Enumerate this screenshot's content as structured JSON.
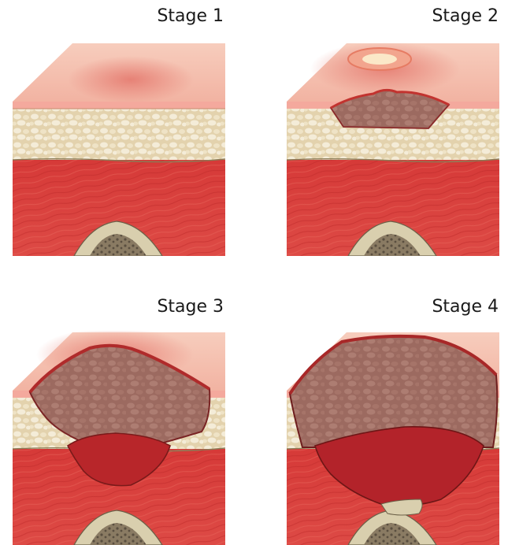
{
  "stages": [
    {
      "title": "Stage 1"
    },
    {
      "title": "Stage 2"
    },
    {
      "title": "Stage 3"
    },
    {
      "title": "Stage 4"
    }
  ],
  "colors": {
    "skin_top": "#f5c4b4",
    "skin_redness": "#e9867a",
    "epidermis_edge": "#f2a59a",
    "fat": "#e6d6b4",
    "fat_globule": "#f3ead4",
    "muscle": "#d9403e",
    "muscle_dark": "#b8292b",
    "bone": "#d9cfae",
    "bone_marrow": "#6b5e4c",
    "wound_bed": "#a06a62",
    "wound_deep": "#b8262a"
  }
}
